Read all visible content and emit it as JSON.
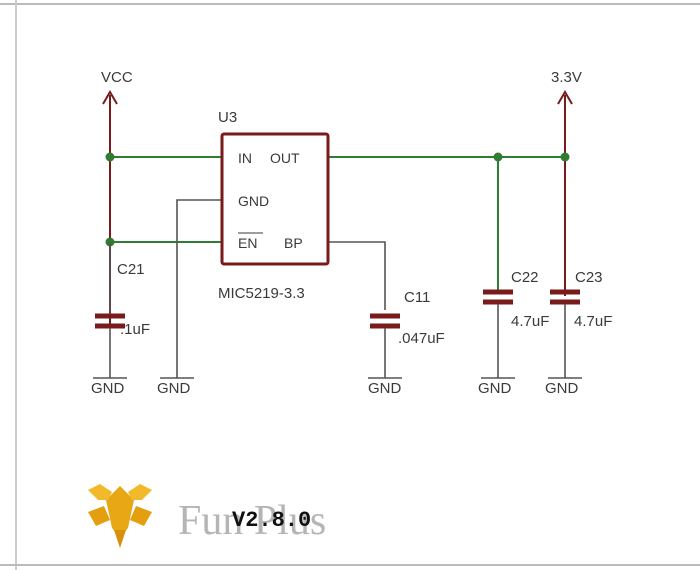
{
  "rails": {
    "vcc": "VCC",
    "v33": "3.3V"
  },
  "chip": {
    "ref": "U3",
    "part": "MIC5219-3.3",
    "pins": {
      "in": "IN",
      "out": "OUT",
      "gnd": "GND",
      "en": "EN",
      "bp": "BP"
    }
  },
  "capacitors": [
    {
      "ref": "C21",
      "value": ".1uF"
    },
    {
      "ref": "C11",
      "value": ".047uF"
    },
    {
      "ref": "C22",
      "value": "4.7uF"
    },
    {
      "ref": "C23",
      "value": "4.7uF"
    }
  ],
  "ground_label": "GND",
  "watermark": {
    "text": "Fun Plus",
    "version": "V2.8.0"
  },
  "colors": {
    "wire": "#2f7d32",
    "component": "#7a1b1b",
    "logo": "#e8a816"
  }
}
